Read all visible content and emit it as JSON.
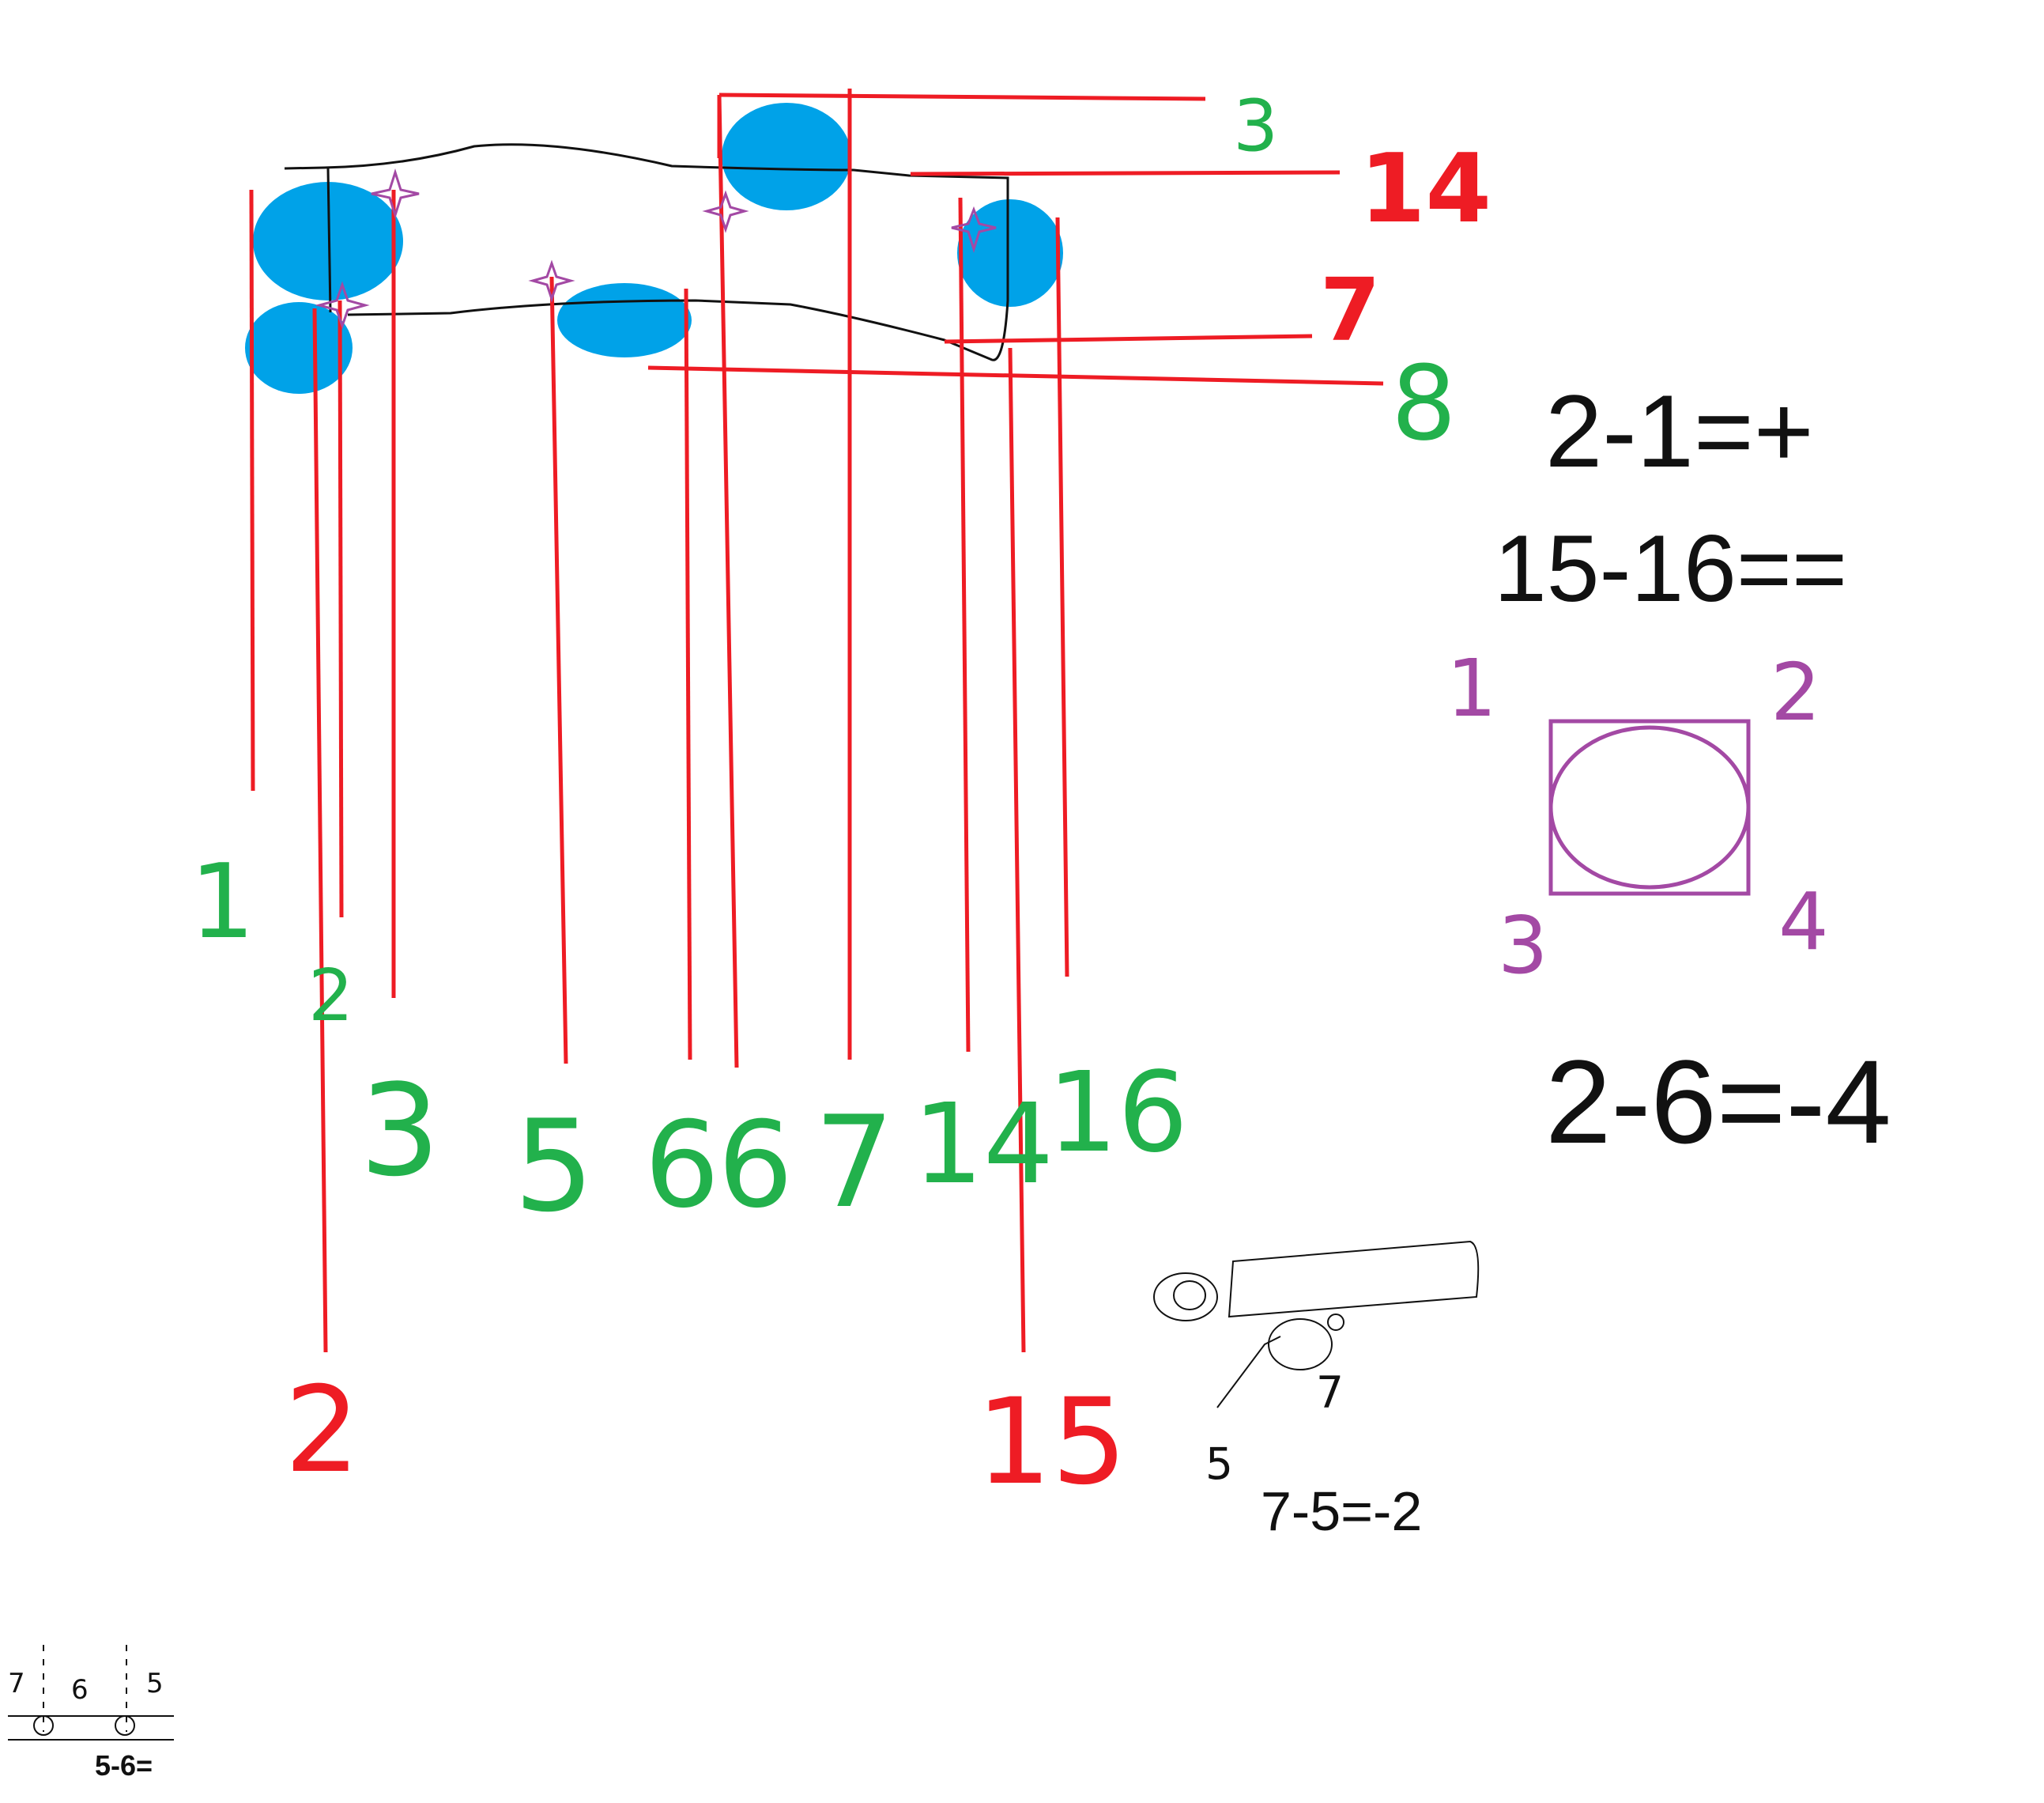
{
  "colors": {
    "red": "#ee1c24",
    "green": "#22b14c",
    "blue": "#00a2e8",
    "purple": "#a349a4",
    "black": "#111111"
  },
  "labels": {
    "bottom_green": [
      "1",
      "2",
      "3",
      "5",
      "6",
      "6",
      "7",
      "14",
      "16"
    ],
    "bottom_red": [
      "2",
      "15"
    ],
    "right_top": [
      "3",
      "14",
      "7",
      "8"
    ]
  },
  "formulas": {
    "line1": "2-1=+",
    "line2": "15-16==",
    "line3": "2-6=-4",
    "small": "7-5=-2",
    "tiny": "5-6="
  },
  "corner_box": {
    "c1": "1",
    "c2": "2",
    "c3": "3",
    "c4": "4"
  },
  "sketch": {
    "seven": "7",
    "five": "5"
  },
  "tiny_diagram": {
    "a": "7",
    "b": "6",
    "c": "5"
  }
}
